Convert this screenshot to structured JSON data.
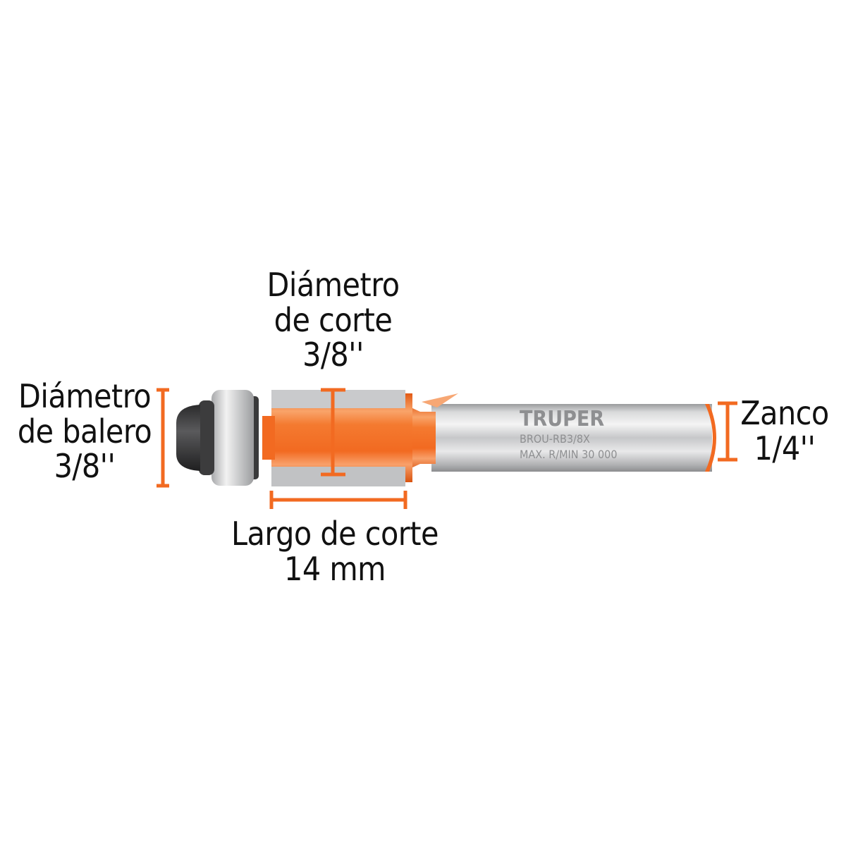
{
  "product": {
    "brand": "TRUPER",
    "model": "BROU-RB3/8X",
    "max_speed": "MAX. R/MIN 30 000"
  },
  "labels": {
    "bearing_diameter": {
      "line1": "Diámetro",
      "line2": "de balero",
      "value": "3/8''"
    },
    "cutting_diameter": {
      "line1": "Diámetro",
      "line2": "de corte",
      "value": "3/8''"
    },
    "cutting_length": {
      "line1": "Largo de corte",
      "value": "14 mm"
    },
    "shank": {
      "line1": "Zanco",
      "value": "1/4''"
    }
  },
  "colors": {
    "accent": "#f26a21",
    "steel": "#c8c9cb",
    "text": "#111111"
  }
}
